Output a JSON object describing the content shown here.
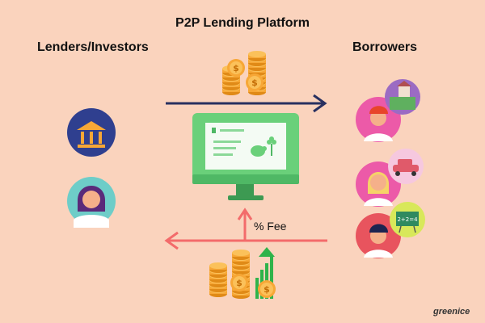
{
  "title": "P2P Lending Platform",
  "labels": {
    "lenders": "Lenders/Investors",
    "borrowers": "Borrowers",
    "fee": "% Fee"
  },
  "brand": "greenice",
  "mini_board_text": "2+2=4",
  "colors": {
    "background": "#fad3bd",
    "flow_to_borrowers": "#283060",
    "flow_to_lenders": "#f36b6b",
    "fee_arrow": "#f36b6b",
    "monitor": "#6ad07a",
    "coin": "#f7a736"
  },
  "icons": [
    "bank-icon",
    "coin-stack-icon",
    "computer-monitor-icon",
    "piggy-bank-icon",
    "plant-icon",
    "growth-chart-icon",
    "house-icon",
    "car-icon",
    "chalkboard-icon"
  ]
}
